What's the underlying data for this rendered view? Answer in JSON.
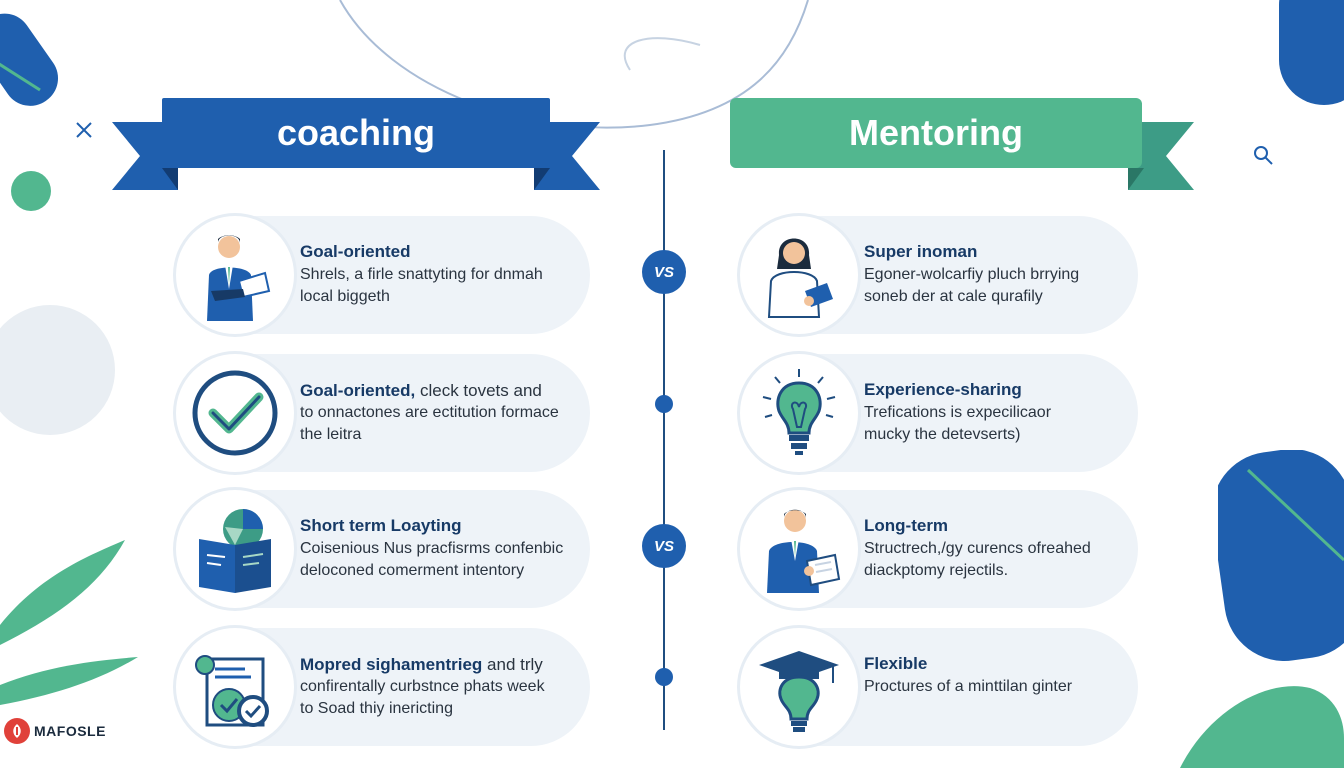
{
  "headers": {
    "left": "coaching",
    "right": "Mentoring"
  },
  "vs_label": "VS",
  "left_cards": [
    {
      "title": "Goal-oriented",
      "desc": [
        "Shrels, a firle snattyting for dnmah",
        "local biggeth"
      ],
      "icon": "businessman-reading-icon"
    },
    {
      "title": "Goal-oriented,",
      "title_rest": " cleck tovets and",
      "desc": [
        "to onnactones are ectitution formace",
        "the leitra"
      ],
      "icon": "checkmark-circle-icon"
    },
    {
      "title": "Short term Loayting",
      "desc": [
        "Coisenious Nus pracfisrms confenbic",
        "deloconed comerment intentory"
      ],
      "icon": "book-chart-icon"
    },
    {
      "title": "Mopred sighamentrieg",
      "title_rest": " and trly",
      "desc": [
        "confirentally curbstnce phats week",
        "to Soad thiy inericting"
      ],
      "icon": "checklist-badge-icon"
    }
  ],
  "right_cards": [
    {
      "title": "Super inoman",
      "desc": [
        "Egoner-wolcarfiy pluch brrying",
        "soneb der at cale qurafily"
      ],
      "icon": "woman-mentor-icon"
    },
    {
      "title": "Experience-sharing",
      "desc": [
        "Trefications is expecilicaor",
        "mucky the detevserts)"
      ],
      "icon": "lightbulb-icon"
    },
    {
      "title": "Long-term",
      "desc": [
        "Structrech,/gy curencs ofreahed",
        "diackptomy rejectils."
      ],
      "icon": "businessman-writing-icon"
    },
    {
      "title": "Flexible",
      "desc": [
        "Proctures of a minttilan ginter"
      ],
      "icon": "graduation-lightbulb-icon"
    }
  ],
  "logo": "MAFOSLE",
  "colors": {
    "blue": "#1f5fae",
    "dark_blue": "#173a66",
    "green": "#52b78f",
    "card_bg": "#eef3f8"
  }
}
